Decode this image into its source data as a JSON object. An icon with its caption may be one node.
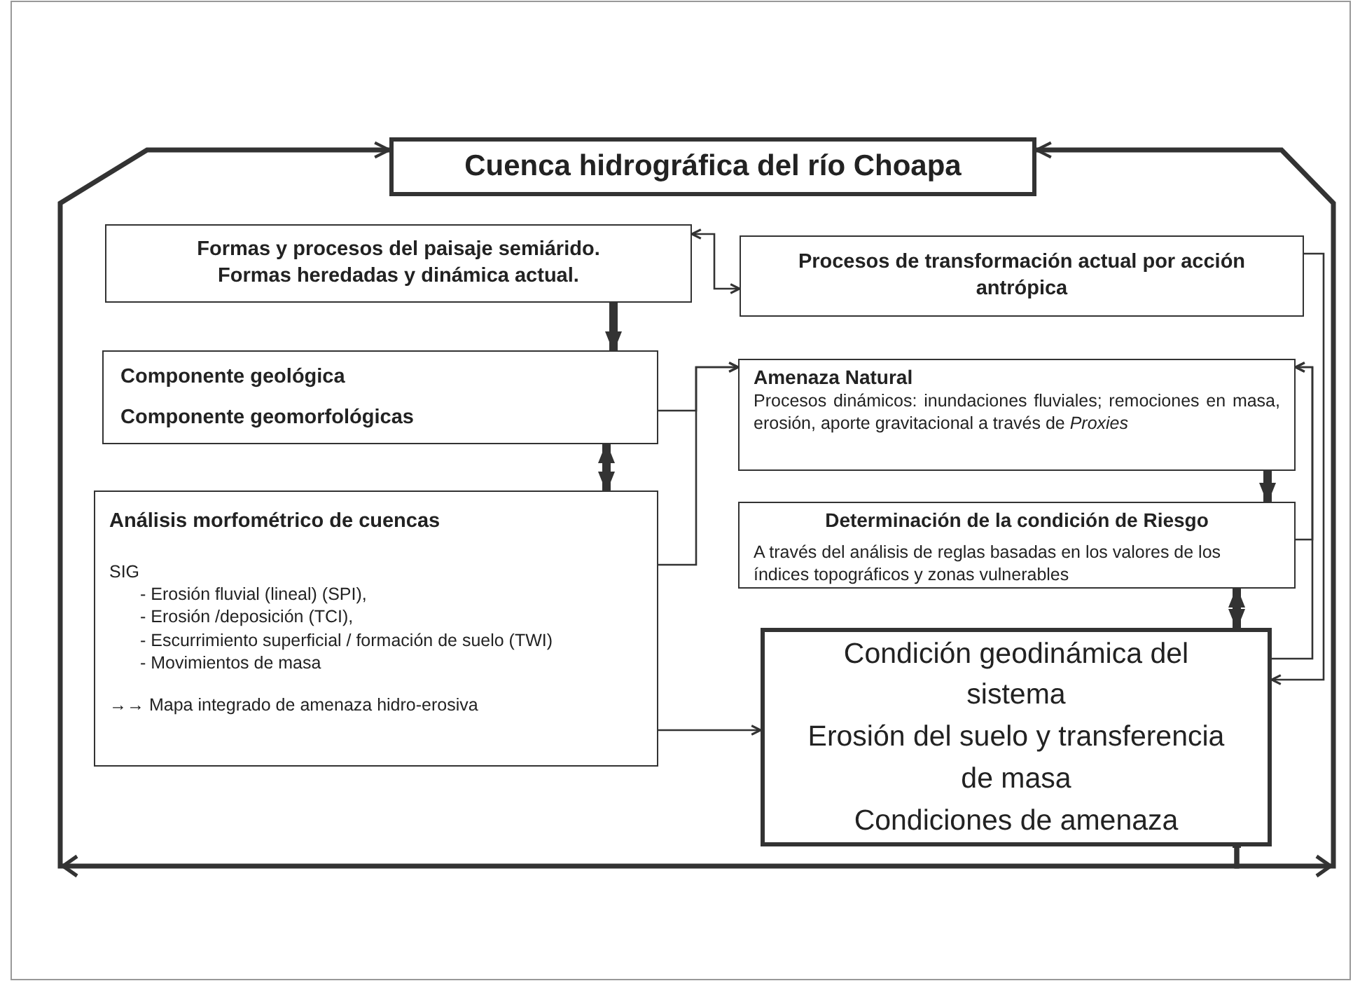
{
  "diagram": {
    "nodes": [
      {
        "text": [
          "Cuenca hidrográfica del río Choapa"
        ]
      },
      {
        "text": [
          "Formas y procesos del paisaje semiárido. Formas heredadas y dinámica actual."
        ]
      },
      {
        "text": [
          "Procesos de transformación actual por acción antrópica"
        ]
      },
      {
        "text": [
          "Componente geológica",
          "Componente geomorfológicas"
        ]
      },
      {
        "text": [
          "Análisis morfométrico de cuencas",
          "SIG",
          "- Erosión fluvial (lineal) (SPI),",
          "- Erosión /deposición (TCI),",
          "- Escurrimiento superficial / formación de suelo (TWI)",
          "- Movimientos de masa",
          "→→ Mapa integrado de amenaza hidro-erosiva"
        ]
      },
      {
        "text": [
          "Amenaza Natural",
          "Procesos dinámicos: inundaciones fluviales; remociones en masa, erosión, aporte gravitacional a través de *Proxies*"
        ]
      },
      {
        "text": [
          "Determinación de la condición de Riesgo",
          "A través del análisis de reglas basadas en los valores de los índices topográficos y zonas vulnerables"
        ]
      },
      {
        "text": [
          "Condición geodinámica del sistema",
          "Erosión del suelo y transferencia de masa",
          "Condiciones de amenaza"
        ]
      }
    ],
    "edges": [
      {
        "from": 1,
        "to": 2,
        "arrow": "both"
      },
      {
        "from": 1,
        "to": 3,
        "arrow": "to",
        "style": "thick"
      },
      {
        "from": 3,
        "to": 4,
        "arrow": "both",
        "style": "thick"
      },
      {
        "from": 3,
        "to": 5,
        "arrow": "to"
      },
      {
        "from": 4,
        "to": 5,
        "arrow": "to"
      },
      {
        "from": 4,
        "to": 7,
        "arrow": "to"
      },
      {
        "from": 5,
        "to": 6,
        "arrow": "to",
        "style": "thick"
      },
      {
        "from": 6,
        "to": 7,
        "arrow": "both",
        "style": "thick"
      },
      {
        "from": 2,
        "to": 7,
        "arrow": "to"
      },
      {
        "from": 6,
        "to": 5,
        "arrow": "to"
      },
      {
        "from": 7,
        "to": 5,
        "arrow": "to"
      },
      {
        "from": 7,
        "to": 0,
        "arrow": "to",
        "style": "thick"
      },
      {
        "from": 7,
        "to": 0,
        "arrow": "to",
        "style": "thick"
      }
    ]
  }
}
